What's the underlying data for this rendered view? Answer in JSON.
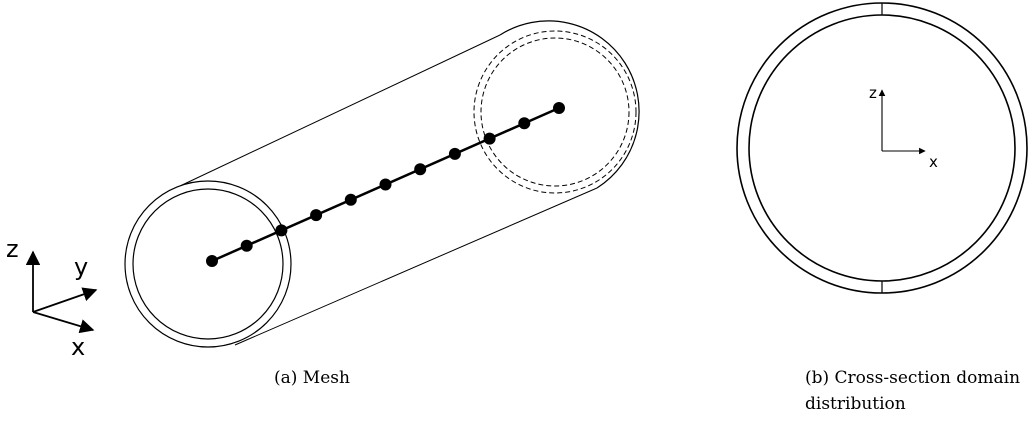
{
  "mesh_figure": {
    "caption": "(a) Mesh",
    "node_count": 11,
    "axes": {
      "z": "z",
      "y": "y",
      "x": "x"
    }
  },
  "cross_section_figure": {
    "caption_line1": "(b) Cross-section domain",
    "caption_line2": "distribution",
    "axes": {
      "z": "z",
      "x": "x"
    }
  },
  "colors": {
    "stroke": "#000000",
    "background": "#ffffff"
  }
}
